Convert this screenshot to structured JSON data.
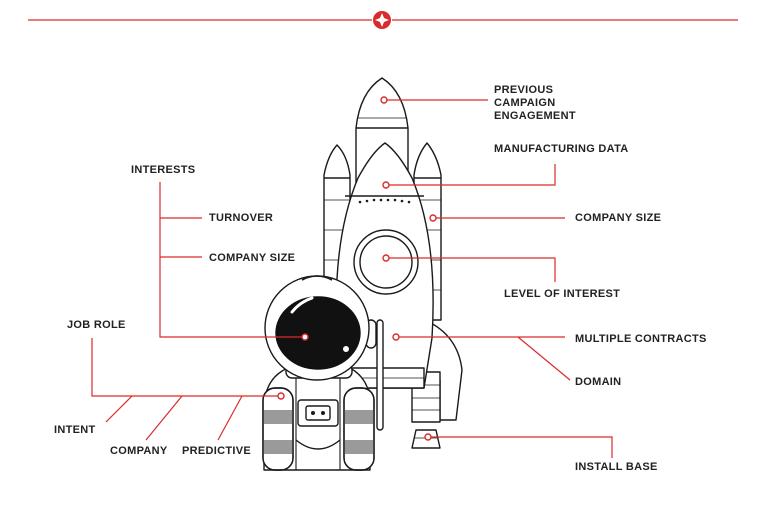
{
  "colors": {
    "accent": "#d92b2b",
    "ink": "#1a1a1a",
    "mid_gray": "#9a9a9a",
    "background": "#ffffff"
  },
  "labels": {
    "previous_campaign": [
      "PREVIOUS",
      "CAMPAIGN",
      "ENGAGEMENT"
    ],
    "manufacturing_data": "MANUFACTURING DATA",
    "interests": "INTERESTS",
    "turnover": "TURNOVER",
    "company_size_left": "COMPANY SIZE",
    "company_size_right": "COMPANY SIZE",
    "level_of_interest": "LEVEL OF INTEREST",
    "job_role": "JOB ROLE",
    "multiple_contracts": "MULTIPLE CONTRACTS",
    "domain": "DOMAIN",
    "intent": "INTENT",
    "company": "COMPANY",
    "predictive": "PREDICTIVE",
    "install_base": "INSTALL BASE"
  },
  "icons": {
    "header": "compass-star-icon",
    "main_illustration": "rocket-and-astronaut-illustration"
  }
}
